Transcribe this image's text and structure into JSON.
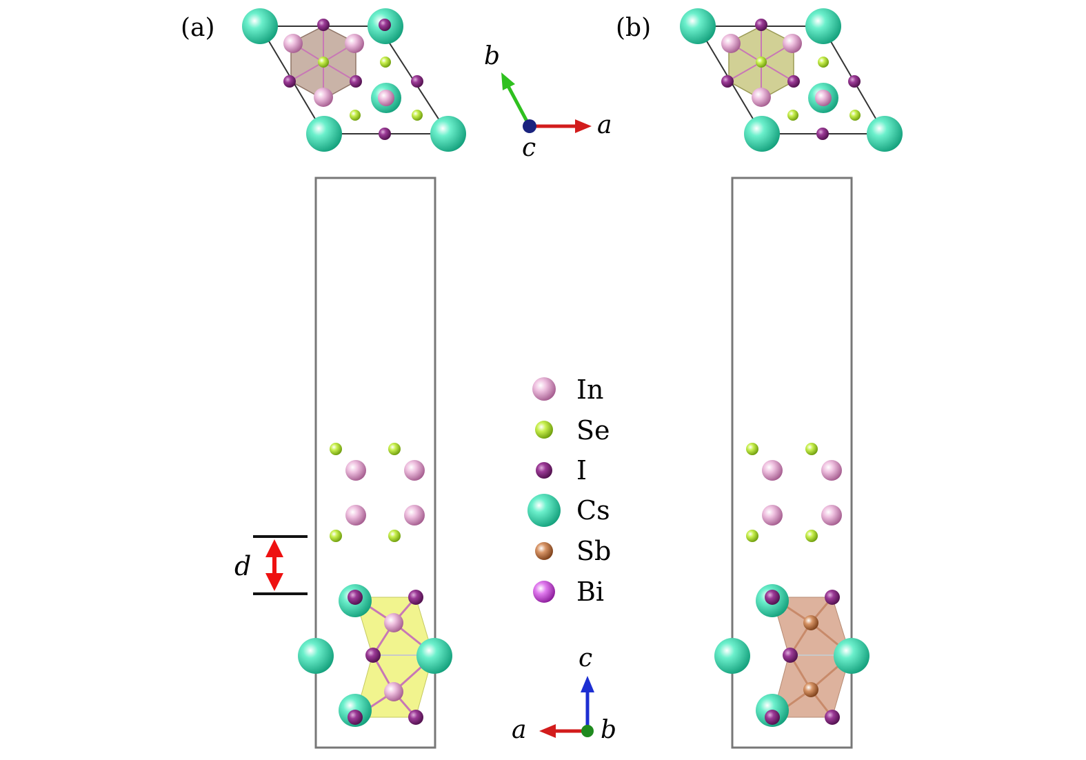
{
  "panels": [
    {
      "label": "(a)"
    },
    {
      "label": "(b)"
    }
  ],
  "axes_top": {
    "a": "a",
    "b": "b",
    "c": "c"
  },
  "axes_bottom": {
    "a": "a",
    "b": "b",
    "c": "c"
  },
  "interlayer": {
    "label": "d"
  },
  "legend": [
    {
      "name": "In",
      "color": "#d58fbf"
    },
    {
      "name": "Se",
      "color": "#9ad21e"
    },
    {
      "name": "I",
      "color": "#8a2a86"
    },
    {
      "name": "Cs",
      "color": "#2fd9ac"
    },
    {
      "name": "Sb",
      "color": "#b86a3a"
    },
    {
      "name": "Bi",
      "color": "#c83cd8"
    }
  ],
  "colors": {
    "poly_a_top": "#b79a8a",
    "poly_b_top": "#c5c47a",
    "poly_a_side": "#eef27a",
    "poly_b_side": "#d7a58c",
    "axis_a": "#d21c1c",
    "axis_b": "#2fc01f",
    "axis_c": "#1d2fd2",
    "arrow_d": "#ee1111"
  }
}
